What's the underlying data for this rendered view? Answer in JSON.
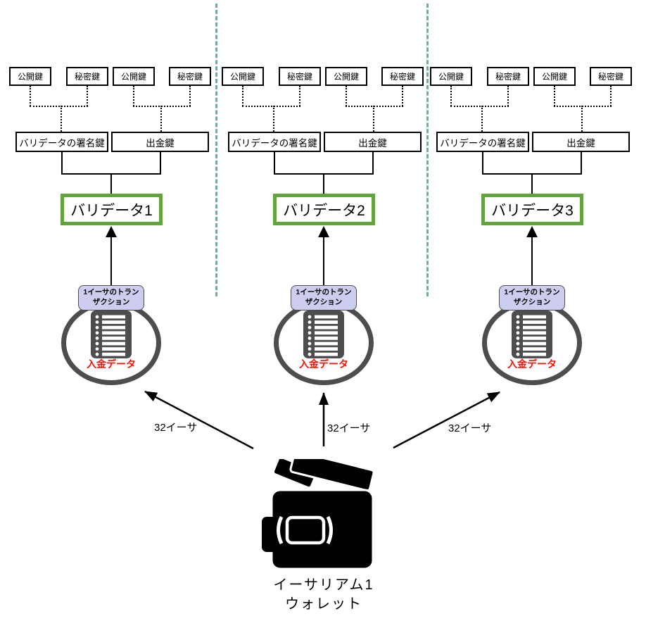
{
  "diagram_title": "",
  "columns": [
    {
      "keys": [
        "公開鍵",
        "秘密鍵",
        "公開鍵",
        "秘密鍵"
      ],
      "signing_key": "バリデータの署名鍵",
      "withdrawal_key": "出金鍵",
      "validator": "バリデータ1",
      "transaction": "1イーサのトランザクション",
      "deposit_data": "入金データ",
      "amount": "32イーサ"
    },
    {
      "keys": [
        "公開鍵",
        "秘密鍵",
        "公開鍵",
        "秘密鍵"
      ],
      "signing_key": "バリデータの署名鍵",
      "withdrawal_key": "出金鍵",
      "validator": "バリデータ2",
      "transaction": "1イーサのトランザクション",
      "deposit_data": "入金データ",
      "amount": "32イーサ"
    },
    {
      "keys": [
        "公開鍵",
        "秘密鍵",
        "公開鍵",
        "秘密鍵"
      ],
      "signing_key": "バリデータの署名鍵",
      "withdrawal_key": "出金鍵",
      "validator": "バリデータ3",
      "transaction": "1イーサのトランザクション",
      "deposit_data": "入金データ",
      "amount": "32イーサ"
    }
  ],
  "wallet": {
    "line1": "イーサリアム1",
    "line2": "ウォレット"
  },
  "icons": {
    "deposit_node": "list-icon",
    "wallet": "wallet-icon"
  },
  "colors": {
    "validator_border": "#61a33e",
    "transaction_fill": "#cdcdf0",
    "transaction_border": "#4d4d4d",
    "deposit_text": "#ff0f00",
    "separator_dash": "#7aa6a6",
    "node_gray": "#4d4d4d",
    "line_black": "#000000"
  }
}
